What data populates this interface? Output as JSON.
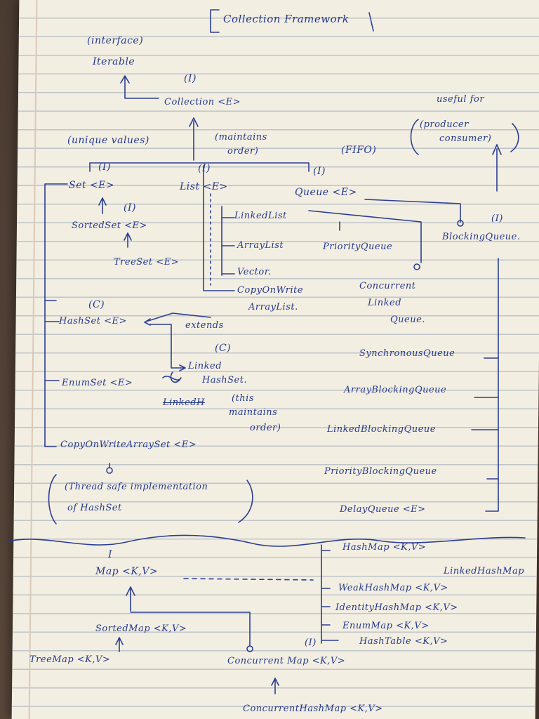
{
  "title": "Collection Framework",
  "iterable": {
    "tag": "(interface)",
    "name": "Iterable"
  },
  "collection": {
    "tag": "(I)",
    "name": "Collection <E>"
  },
  "set_branch": {
    "note": "(unique values)",
    "tag": "(I)",
    "set": "Set <E>",
    "sorted_set_tag": "(I)",
    "sorted_set": "SortedSet <E>",
    "tree_set": "TreeSet <E>",
    "hash_set_tag": "(C)",
    "hash_set": "HashSet <E>",
    "extends": "extends",
    "linked_tag": "(C)",
    "linked_hash_set": [
      "Linked",
      "HashSet."
    ],
    "enum_set": "EnumSet <E>",
    "struck": "LinkedH",
    "order_note": [
      "(this",
      "maintains",
      "order)"
    ],
    "cow_array_set": "CopyOnWriteArraySet <E>",
    "thread_safe": [
      "(Thread safe implementation",
      "of HashSet"
    ]
  },
  "list_branch": {
    "note": [
      "(maintains",
      "order)"
    ],
    "tag": "(I)",
    "list": "List <E>",
    "items": [
      "LinkedList",
      "ArrayList",
      "Vector.",
      "CopyOnWrite",
      "ArrayList."
    ]
  },
  "queue_branch": {
    "note": "(FIFO)",
    "tag": "(I)",
    "queue": "Queue <E>",
    "priority_queue": "PriorityQueue",
    "concurrent_linked_queue": [
      "Concurrent",
      "Linked",
      "Queue."
    ],
    "useful_for": "useful for",
    "producer_consumer": [
      "(producer",
      "consumer)"
    ],
    "blocking_tag": "(I)",
    "blocking_queue": "BlockingQueue.",
    "blocking_impls": [
      "SynchronousQueue",
      "ArrayBlockingQueue",
      "LinkedBlockingQueue",
      "PriorityBlockingQueue",
      "DelayQueue <E>"
    ]
  },
  "map_branch": {
    "tag": "I",
    "map": "Map <K,V>",
    "impls": [
      "HashMap <K,V>",
      "LinkedHashMap",
      "WeakHashMap <K,V>",
      "IdentityHashMap <K,V>",
      "EnumMap <K,V>",
      "HashTable <K,V>"
    ],
    "sorted_map": "SortedMap <K,V>",
    "tree_map": "TreeMap <K,V>",
    "concurrent_tag": "(I)",
    "concurrent_map": "Concurrent Map <K,V>",
    "concurrent_hash_map": "ConcurrentHashMap <K,V>"
  }
}
